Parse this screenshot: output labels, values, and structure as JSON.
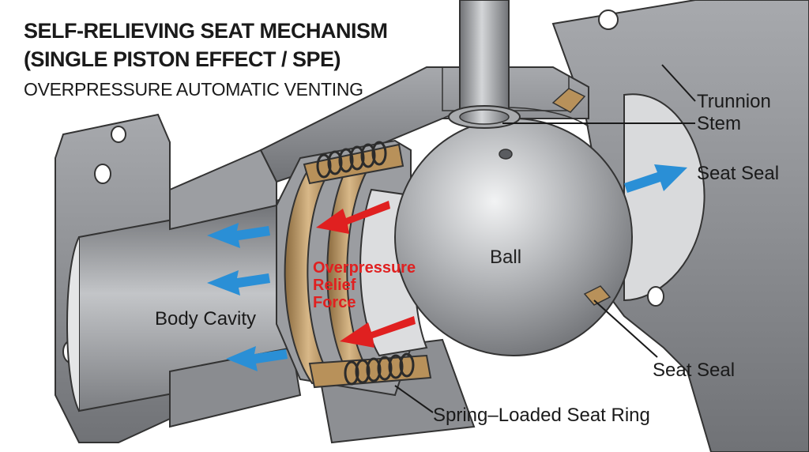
{
  "title": {
    "line1": "SELF-RELIEVING SEAT MECHANISM",
    "line2": "(SINGLE PISTON  EFFECT / SPE)",
    "subtitle": "OVERPRESSURE AUTOMATIC VENTING"
  },
  "labels": {
    "trunnion": "Trunnion",
    "stem": "Stem",
    "seat_seal_top": "Seat Seal",
    "ball": "Ball",
    "body_cavity": "Body Cavity",
    "seat_seal_bottom": "Seat Seal",
    "spring_loaded_seat_ring": "Spring–Loaded Seat Ring",
    "force_line1": "Overpressure",
    "force_line2": "Relief",
    "force_line3": "Force"
  },
  "colors": {
    "body": "#8e9095",
    "body_dark": "#5b5d61",
    "body_light": "#b8babd",
    "seat_ring": "#b08a55",
    "seat_ring_light": "#d8b888",
    "vent_arrow": "#2a8fd6",
    "force_arrow": "#e02020",
    "force_text": "#e02020"
  }
}
